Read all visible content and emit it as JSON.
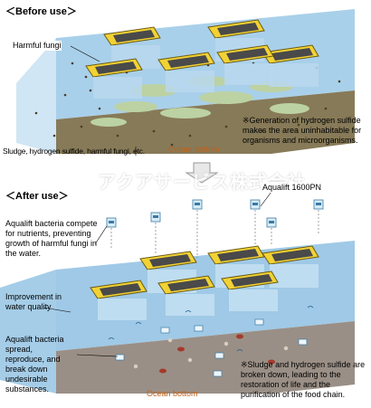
{
  "before": {
    "title": "＜Before use＞",
    "label_fungi": "Harmful fungi",
    "label_sludge": "Sludge, hydrogen sulfide, harmful fungi, etc.",
    "ocean_bottom": "Ocean bottom",
    "note": "※Generation of hydrogen sulfide makes the area uninhabitable for organisms and microorganisms."
  },
  "after": {
    "title": "＜After use＞",
    "product": "Aqualift 1600PN",
    "label_compete": "Aqualift bacteria compete for nutrients, preventing growth of harmful fungi in the water.",
    "label_improve": "Improvement in water quality",
    "label_spread": "Aqualift bacteria spread, reproduce, and break down undesirable substances.",
    "ocean_bottom": "Ocean bottom",
    "note": "※Sludge and hydrogen sulfide are broken down, leading to the restoration of life and the purification of the food chain."
  },
  "watermark": "アクアサービス株式会社",
  "colors": {
    "water": "#9fc9e6",
    "water_dark": "#6aa6d0",
    "seabed_before": "#8b7d5a",
    "seabed_after": "#9a8f86",
    "cage_frame": "#f2d233",
    "net": "#b9d8ee",
    "sludge": "#b9cfa0",
    "ocean_text": "#c0621a"
  },
  "icons": [
    "down-arrow-icon",
    "aqualift-device-icon",
    "fish-cage-icon",
    "crab-icon",
    "shell-icon"
  ]
}
